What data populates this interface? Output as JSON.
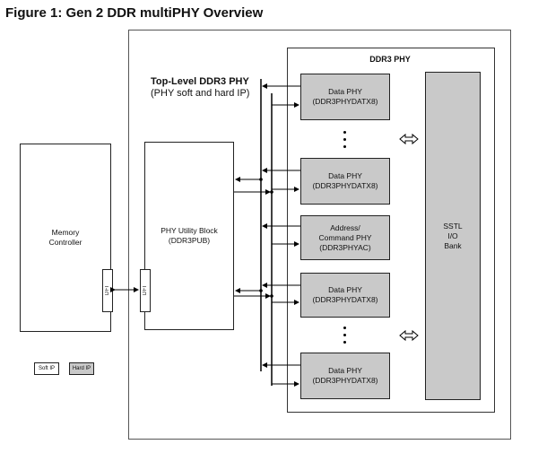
{
  "figure_title": "Figure 1:  Gen 2 DDR multiPHY Overview",
  "top_level": {
    "title": "Top-Level DDR3 PHY",
    "subtitle": "(PHY soft and hard IP)"
  },
  "ddr3_phy": {
    "title": "DDR3 PHY"
  },
  "memory_controller": {
    "line1": "Memory",
    "line2": "Controller"
  },
  "phy_utility": {
    "line1": "PHY Utility Block",
    "line2": "(DDR3PUB)"
  },
  "dfi": {
    "left": "DFI",
    "right": "DFI"
  },
  "blocks": [
    {
      "line1": "Data PHY",
      "line2": "(DDR3PHYDATX8)"
    },
    {
      "line1": "Data PHY",
      "line2": "(DDR3PHYDATX8)"
    },
    {
      "line1": "Address/",
      "line2": "Command PHY",
      "line3": "(DDR3PHYAC)"
    },
    {
      "line1": "Data PHY",
      "line2": "(DDR3PHYDATX8)"
    },
    {
      "line1": "Data PHY",
      "line2": "(DDR3PHYDATX8)"
    }
  ],
  "sstl": {
    "line1": "SSTL",
    "line2": "I/O",
    "line3": "Bank"
  },
  "legend": {
    "soft": "Soft IP",
    "hard": "Hard IP"
  }
}
